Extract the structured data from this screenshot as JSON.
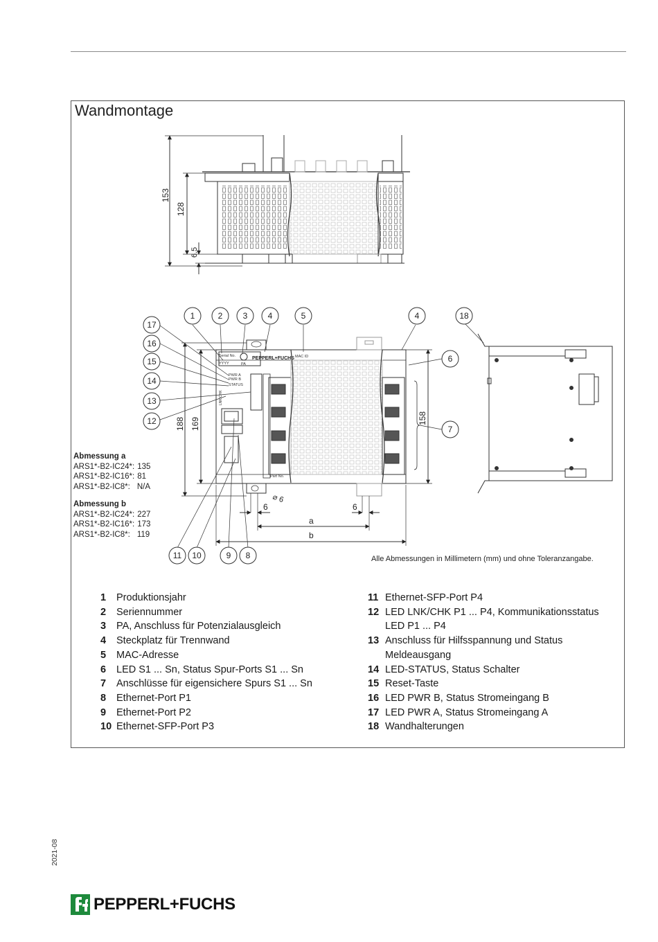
{
  "section_title": "Wandmontage",
  "top_view": {
    "dims": [
      "153",
      "128",
      "6.5"
    ]
  },
  "front_view": {
    "callouts_top": [
      "1",
      "2",
      "3",
      "4",
      "5",
      "4",
      "18"
    ],
    "callouts_left": [
      "17",
      "16",
      "15",
      "14",
      "13",
      "12"
    ],
    "callouts_right": [
      "6",
      "7"
    ],
    "callouts_bottom": [
      "11",
      "10",
      "9",
      "8"
    ],
    "dims": {
      "h188": "188",
      "h169": "169",
      "h158": "158",
      "w6_left": "6",
      "w6_right": "6",
      "wa": "a",
      "wb": "b",
      "hole": "⌀ 6"
    },
    "device_labels": {
      "serial": "Serial No.",
      "yyyy": "YYYY",
      "pa": "PA",
      "brand": "PEPPERL+FUCHS",
      "mac": "MAC ID",
      "pwr_a": "PWR A",
      "pwr_b": "PWR B",
      "status": "STATUS",
      "lnk": "LNK/CHK",
      "part": "Part No."
    }
  },
  "dimension_a": {
    "heading": "Abmessung a",
    "rows": [
      {
        "model": "ARS1*-B2-IC24*:",
        "value": "135"
      },
      {
        "model": "ARS1*-B2-IC16*:",
        "value": "81"
      },
      {
        "model": "ARS1*-B2-IC8*:",
        "value": "N/A"
      }
    ]
  },
  "dimension_b": {
    "heading": "Abmessung b",
    "rows": [
      {
        "model": "ARS1*-B2-IC24*:",
        "value": "227"
      },
      {
        "model": "ARS1*-B2-IC16*:",
        "value": "173"
      },
      {
        "model": "ARS1*-B2-IC8*:",
        "value": "119"
      }
    ]
  },
  "note": "Alle Abmessungen in Millimetern (mm) und ohne Toleranzangabe.",
  "legend_left": [
    {
      "num": "1",
      "text": "Produktionsjahr"
    },
    {
      "num": "2",
      "text": "Seriennummer"
    },
    {
      "num": "3",
      "text": "PA, Anschluss für Potenzialausgleich"
    },
    {
      "num": "4",
      "text": "Steckplatz für Trennwand"
    },
    {
      "num": "5",
      "text": "MAC-Adresse"
    },
    {
      "num": "6",
      "text": "LED S1 ... Sn, Status Spur-Ports S1 ... Sn"
    },
    {
      "num": "7",
      "text": "Anschlüsse für eigensichere Spurs S1 ... Sn"
    },
    {
      "num": "8",
      "text": "Ethernet-Port P1"
    },
    {
      "num": "9",
      "text": "Ethernet-Port P2"
    },
    {
      "num": "10",
      "text": "Ethernet-SFP-Port P3"
    }
  ],
  "legend_right": [
    {
      "num": "11",
      "text": "Ethernet-SFP-Port P4"
    },
    {
      "num": "12",
      "text": "LED LNK/CHK P1 ... P4, Kommunikationsstatus"
    },
    {
      "num": "",
      "text": "LED P1 ... P4"
    },
    {
      "num": "13",
      "text": "Anschluss für Hilfsspannung und Status"
    },
    {
      "num": "",
      "text": "Meldeausgang"
    },
    {
      "num": "14",
      "text": "LED-STATUS, Status Schalter"
    },
    {
      "num": "15",
      "text": "Reset-Taste"
    },
    {
      "num": "16",
      "text": "LED PWR B, Status Stromeingang B"
    },
    {
      "num": "17",
      "text": "LED PWR A, Status Stromeingang A"
    },
    {
      "num": "18",
      "text": "Wandhalterungen"
    }
  ],
  "footer": {
    "date": "2021-08",
    "logo_text": "PEPPERL+FUCHS"
  }
}
